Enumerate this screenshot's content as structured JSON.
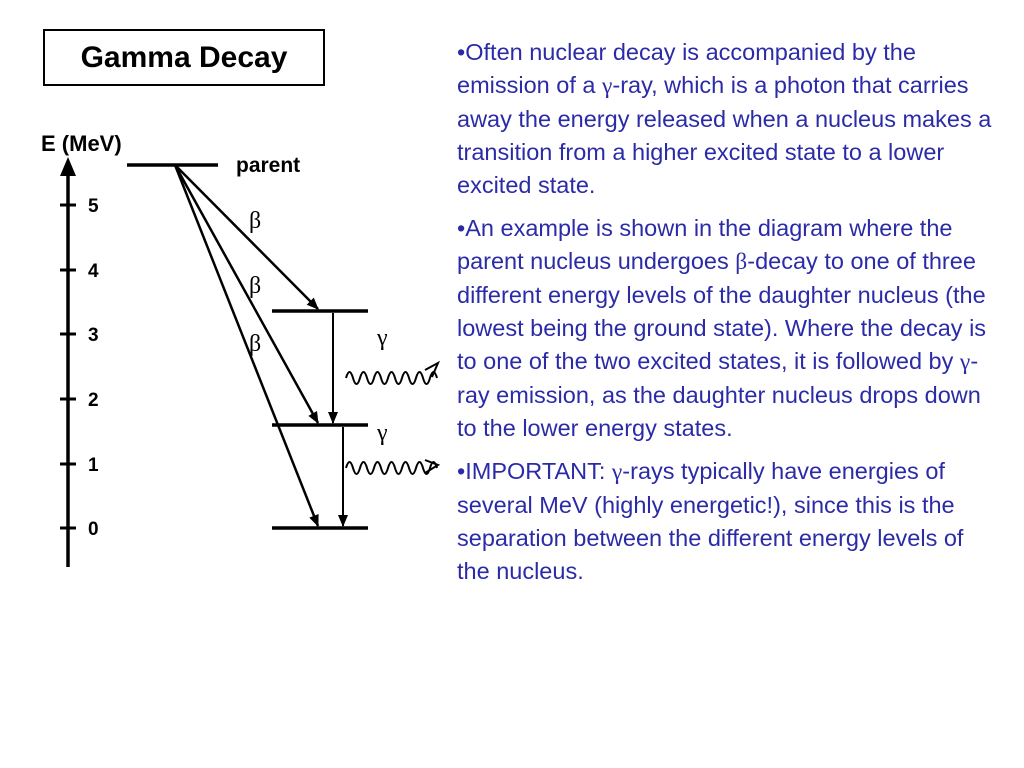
{
  "title": "Gamma Decay",
  "diagram": {
    "axis_label": "E (MeV)",
    "ticks": [
      "5",
      "4",
      "3",
      "2",
      "1",
      "0"
    ],
    "parent_label": "parent",
    "beta_symbol": "β",
    "gamma_symbol": "γ"
  },
  "paragraphs": [
    {
      "segments": [
        "•Often nuclear decay is accompanied by the emission of a ",
        "γ",
        "-ray, which is a photon that carries away the energy released when a nucleus makes a transition from a higher excited state to a lower excited state."
      ]
    },
    {
      "segments": [
        "•An example is shown in the diagram where the parent nucleus undergoes ",
        "β",
        "-decay to one of three different energy levels of the daughter nucleus (the lowest being the ground state). Where the decay is to one of the two excited states, it is followed by ",
        "γ",
        "-ray emission, as the daughter nucleus drops down to the lower energy states."
      ]
    },
    {
      "segments": [
        "•IMPORTANT: ",
        "γ",
        "-rays typically have energies of several MeV (highly energetic!), since this is the separation between the different energy levels of the nucleus."
      ]
    }
  ]
}
